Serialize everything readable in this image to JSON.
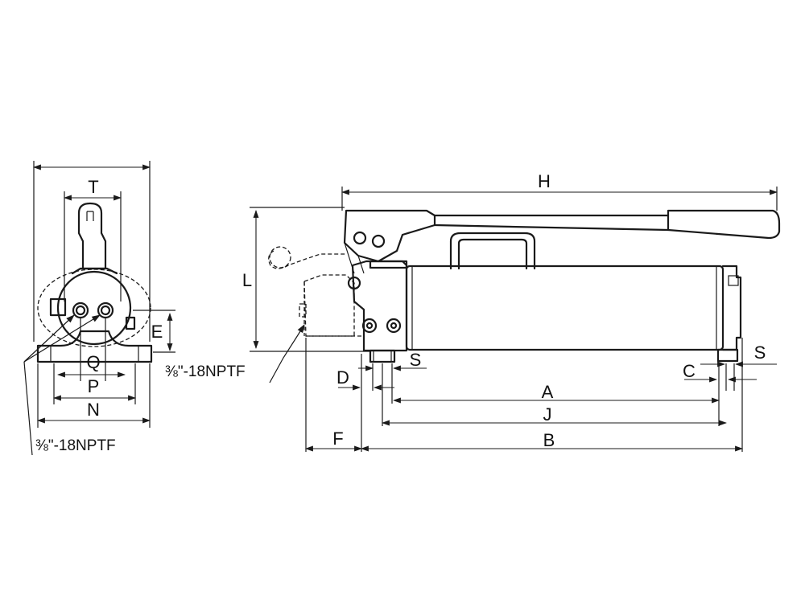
{
  "labels": {
    "T": "T",
    "E": "E",
    "Q": "Q",
    "P": "P",
    "N": "N",
    "H": "H",
    "L": "L",
    "S": "S",
    "D": "D",
    "C": "C",
    "A": "A",
    "J": "J",
    "F": "F",
    "B": "B"
  },
  "callouts": {
    "port_side": "⅜\"-18NPTF",
    "port_end": "⅜\"-18NPTF"
  },
  "colors": {
    "line": "#1a1a1a",
    "background": "#ffffff"
  }
}
